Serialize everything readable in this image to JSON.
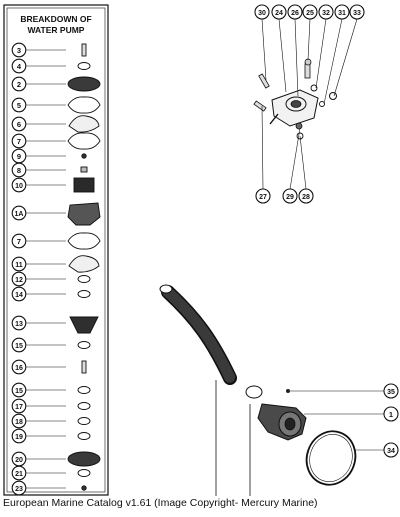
{
  "figure": {
    "panel_title_line1": "BREAKDOWN OF",
    "panel_title_line2": "WATER PUMP",
    "caption": "European Marine Catalog v1.61 (Image Copyright- Mercury Marine)"
  },
  "breakdown_list": [
    "3",
    "4",
    "2",
    "5",
    "6",
    "7",
    "9",
    "8",
    "10",
    "1A",
    "7",
    "11",
    "12",
    "14",
    "13",
    "15",
    "16",
    "15",
    "17",
    "18",
    "19",
    "20",
    "21",
    "23"
  ],
  "top_right_callouts": [
    "30",
    "24",
    "26",
    "25",
    "32",
    "31",
    "33",
    "27",
    "29",
    "28"
  ],
  "bottom_right_callouts": [
    "35",
    "1",
    "34"
  ],
  "colors": {
    "ink": "#111111",
    "paper": "#ffffff",
    "hose": "#2a2a2a"
  }
}
